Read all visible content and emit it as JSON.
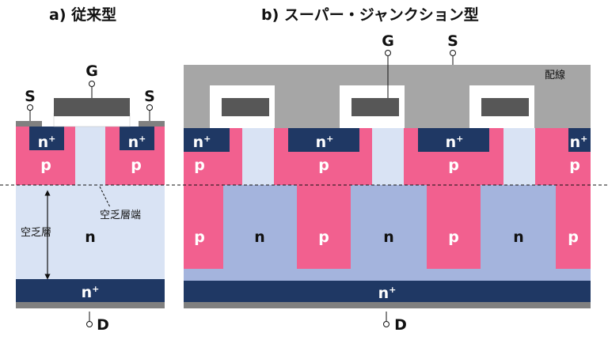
{
  "titles": {
    "left": "a) 従来型",
    "right": "b) スーパー・ジャンクション型"
  },
  "terminals": {
    "gate": "G",
    "source": "S",
    "drain": "D"
  },
  "regions": {
    "p": "p",
    "n": "n",
    "n_plus_base": "n",
    "n_plus_sup": "+"
  },
  "annotations": {
    "wiring": "配線",
    "depletion_edge": "空乏層端",
    "depletion_layer": "空乏層"
  },
  "colors": {
    "p_region": "#f2608f",
    "n_drift_sj": "#a4b4dd",
    "n_drift_conventional": "#d9e3f4",
    "n_plus": "#1f3864",
    "channel_gap": "#d9e3f4",
    "gate": "#575757",
    "wiring": "#a6a6a6",
    "metal": "#808080"
  }
}
